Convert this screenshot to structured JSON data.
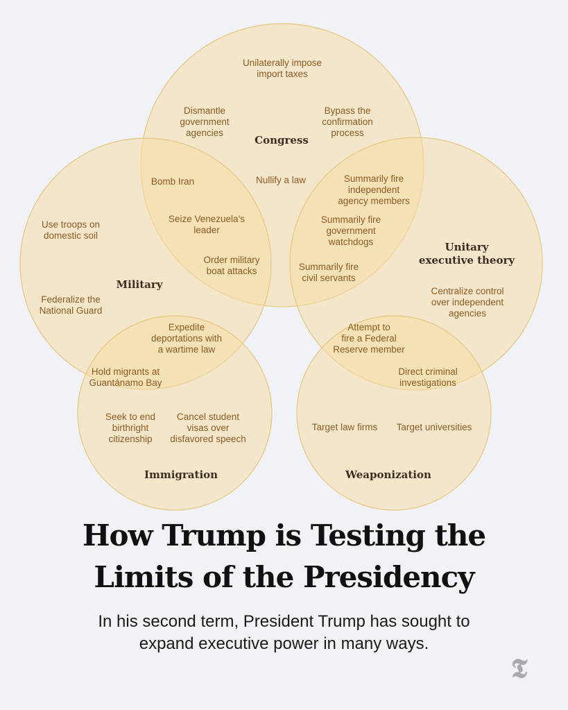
{
  "colors": {
    "circle_fill": "#f7e2b0",
    "circle_stroke": "#e6c680",
    "label": "#8a5a22",
    "background": "#f1f2f6"
  },
  "sets": {
    "congress": "Congress",
    "military": "Military",
    "unitary": "Unitary\nexecutive theory",
    "immigration": "Immigration",
    "weaponization": "Weaponization"
  },
  "items": {
    "import_taxes": "Unilaterally impose\nimport taxes",
    "dismantle": "Dismantle\ngovernment\nagencies",
    "bypass": "Bypass the\nconfirmation\nprocess",
    "bomb_iran": "Bomb Iran",
    "nullify": "Nullify a law",
    "fire_agency": "Summarily fire\nindependent\nagency members",
    "venezuela": "Seize Venezuela’s\nleader",
    "fire_watchdogs": "Summarily fire\ngovernment\nwatchdogs",
    "troops": "Use troops on\ndomestic soil",
    "boat_attacks": "Order military\nboat attacks",
    "fire_civil": "Summarily fire\ncivil servants",
    "national_guard": "Federalize the\nNational Guard",
    "centralize": "Centralize control\nover independent\nagencies",
    "deportations": "Expedite\ndeportations with\na wartime law",
    "fed_reserve": "Attempt to\nfire a Federal\nReserve member",
    "guantanamo": "Hold migrants at\nGuantánamo Bay",
    "criminal": "Direct criminal\ninvestigations",
    "birthright": "Seek to end\nbirthright\ncitizenship",
    "visas": "Cancel student\nvisas over\ndisfavored speech",
    "law_firms": "Target law firms",
    "universities": "Target universities"
  },
  "title": "How Trump is Testing the\nLimits of the Presidency",
  "subtitle": "In his second term, President Trump has sought to\nexpand executive power in many ways.",
  "logo": "T"
}
